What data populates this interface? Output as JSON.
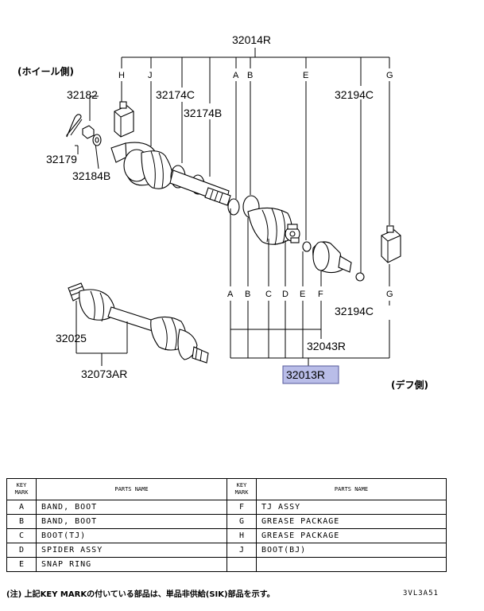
{
  "labels": {
    "p32014R": "32014R",
    "wheel_side": "(ホイール側)",
    "diff_side": "(デフ側)",
    "p32182": "32182",
    "p32179": "32179",
    "p32184B": "32184B",
    "p32174C": "32174C",
    "p32174B": "32174B",
    "p32194C_top": "32194C",
    "p32194C_bot": "32194C",
    "p32043R": "32043R",
    "p32013R": "32013R",
    "p32025": "32025",
    "p32073AR": "32073AR"
  },
  "keys": {
    "H": "H",
    "J": "J",
    "A": "A",
    "B": "B",
    "C": "C",
    "D": "D",
    "E": "E",
    "F": "F",
    "G": "G"
  },
  "table": {
    "key_header": "KEY\nMARK",
    "name_header": "PARTS NAME",
    "rows": [
      {
        "lk": "A",
        "ln": "BAND, BOOT",
        "rk": "F",
        "rn": "TJ ASSY"
      },
      {
        "lk": "B",
        "ln": "BAND, BOOT",
        "rk": "G",
        "rn": "GREASE PACKAGE"
      },
      {
        "lk": "C",
        "ln": "BOOT(TJ)",
        "rk": "H",
        "rn": "GREASE PACKAGE"
      },
      {
        "lk": "D",
        "ln": "SPIDER ASSY",
        "rk": "J",
        "rn": "BOOT(BJ)"
      },
      {
        "lk": "E",
        "ln": "SNAP RING",
        "rk": "",
        "rn": ""
      }
    ]
  },
  "note": "(注) 上記KEY MARKの付いている部品は、単品非供給(SIK)部品を示す。",
  "figure_code": "3VL3A51",
  "colors": {
    "highlight": "#b9bde8"
  }
}
